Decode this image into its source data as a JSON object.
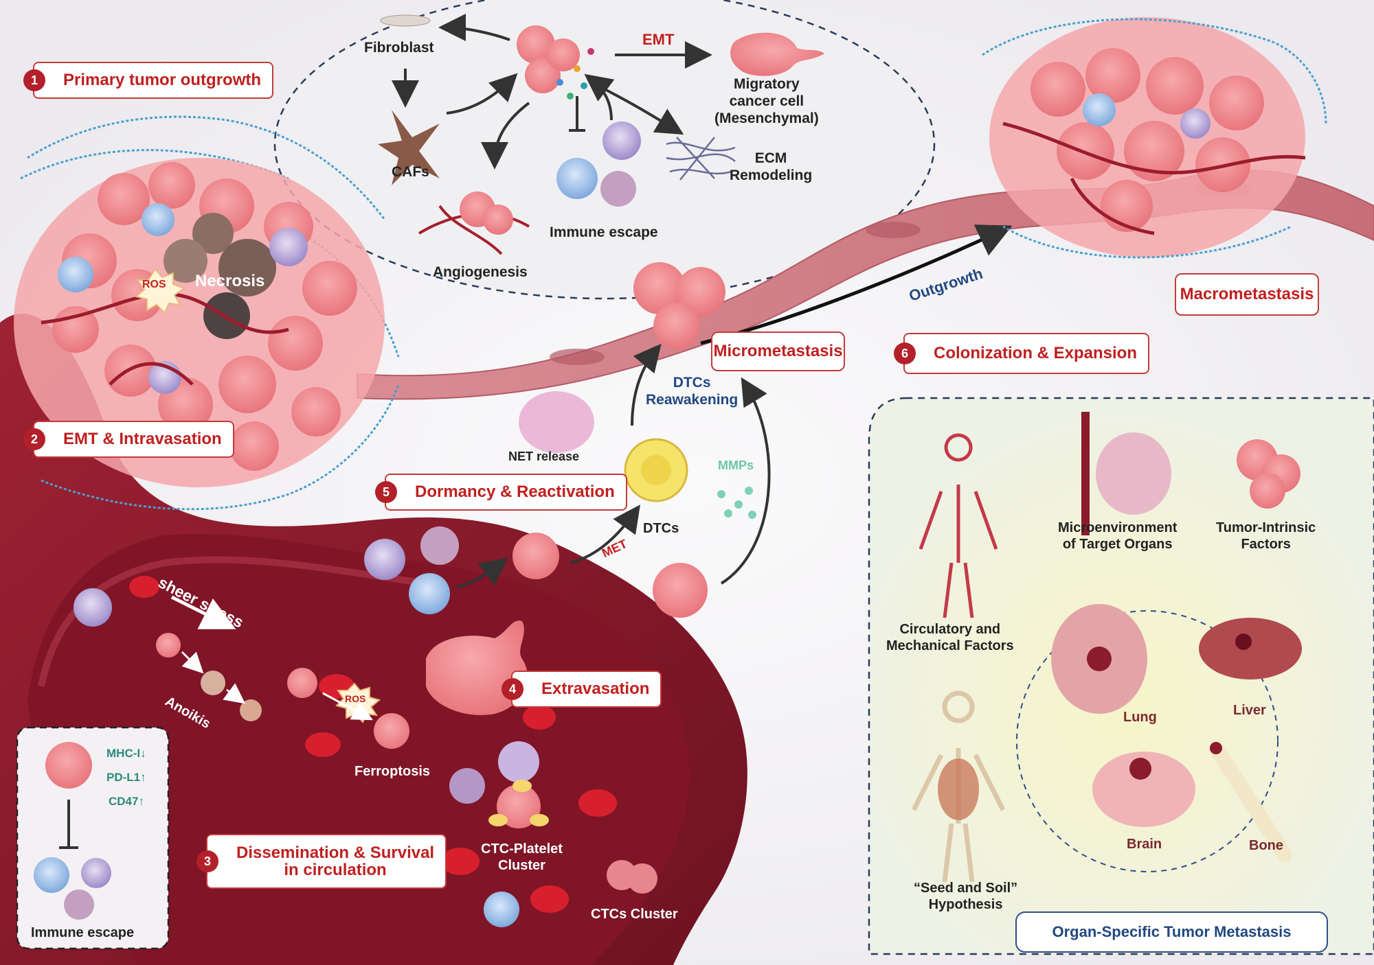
{
  "steps": {
    "s1": {
      "num": "1",
      "label": "Primary tumor outgrowth"
    },
    "s2": {
      "num": "2",
      "label": "EMT & Intravasation"
    },
    "s3": {
      "num": "3",
      "label_line1": "Dissemination & Survival",
      "label_line2": "in circulation"
    },
    "s4": {
      "num": "4",
      "label": "Extravasation"
    },
    "s5": {
      "num": "5",
      "label": "Dormancy & Reactivation"
    },
    "s6": {
      "num": "6",
      "label": "Colonization & Expansion"
    }
  },
  "tme": {
    "fibroblast": "Fibroblast",
    "cafs": "CAFs",
    "emt": "EMT",
    "migratory_line1": "Migratory",
    "migratory_line2": "cancer cell",
    "migratory_line3": "(Mesenchymal)",
    "ecm_line1": "ECM",
    "ecm_line2": "Remodeling",
    "immune_escape": "Immune escape",
    "angiogenesis": "Angiogenesis"
  },
  "primary": {
    "ros": "ROS",
    "necrosis": "Necrosis"
  },
  "circulation": {
    "sheer_stress": "sheer stress",
    "anoikis": "Anoikis",
    "ros": "ROS",
    "ferroptosis": "Ferroptosis",
    "ctc_platelet_line1": "CTC-Platelet",
    "ctc_platelet_line2": "Cluster",
    "ctcs_cluster": "CTCs Cluster"
  },
  "immune_inset": {
    "mhc": "MHC-I",
    "pdl1": "PD-L1",
    "cd47": "CD47",
    "title": "Immune escape",
    "down": "↓",
    "up": "↑"
  },
  "dormancy": {
    "net_release": "NET release",
    "dtcs": "DTCs",
    "met": "MET",
    "mmps": "MMPs",
    "reawaken_line1": "DTCs",
    "reawaken_line2": "Reawakening"
  },
  "metastasis": {
    "micro": "Micrometastasis",
    "macro": "Macrometastasis",
    "outgrowth": "Outgrowth"
  },
  "organ_panel": {
    "circ_line1": "Circulatory and",
    "circ_line2": "Mechanical Factors",
    "micro_line1": "Microenvironment",
    "micro_line2": "of Target Organs",
    "tumor_line1": "Tumor-Intrinsic",
    "tumor_line2": "Factors",
    "seed_line1": "“Seed and Soil”",
    "seed_line2": "Hypothesis",
    "lung": "Lung",
    "liver": "Liver",
    "brain": "Brain",
    "bone": "Bone",
    "title": "Organ-Specific Tumor Metastasis"
  },
  "colors": {
    "tumor": "#f08a8e",
    "tumor_core": "#e9626b",
    "vessel_dark": "#7a1526",
    "vessel_mid": "#9e2233",
    "rbc": "#d81f2e",
    "step_red": "#c01f1f",
    "label_blue": "#21487f",
    "ecm_blue": "#4a9fd0"
  }
}
